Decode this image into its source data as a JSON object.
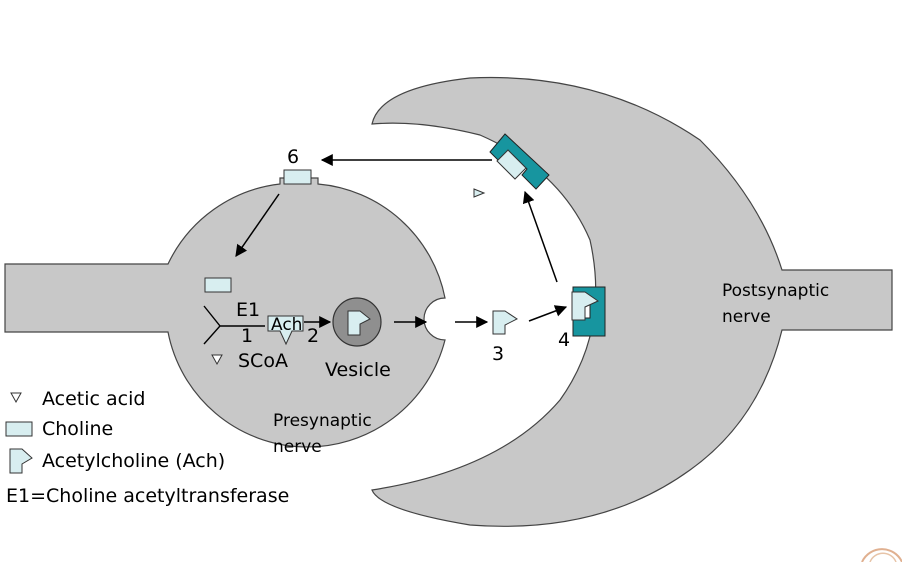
{
  "steps": {
    "s1": "1",
    "s2": "2",
    "s3": "3",
    "s4": "4",
    "s6": "6"
  },
  "labels": {
    "enzyme": "E1",
    "ach_box": "Ach",
    "scoa": "SCoA",
    "vesicle": "Vesicle",
    "presynaptic_line1": "Presynaptic",
    "presynaptic_line2": "nerve",
    "postsynaptic_line1": "Postsynaptic",
    "postsynaptic_line2": "nerve"
  },
  "legend": {
    "acetic_acid": "Acetic acid",
    "choline": "Choline",
    "acetylcholine": "Acetylcholine (Ach)",
    "enzyme_def": "E1=Choline acetyltransferase"
  },
  "colors": {
    "nerve": "#c8c8c8",
    "vesicle": "#8f8f8f",
    "choline": "#d8eef0",
    "receptor": "#17959f"
  }
}
